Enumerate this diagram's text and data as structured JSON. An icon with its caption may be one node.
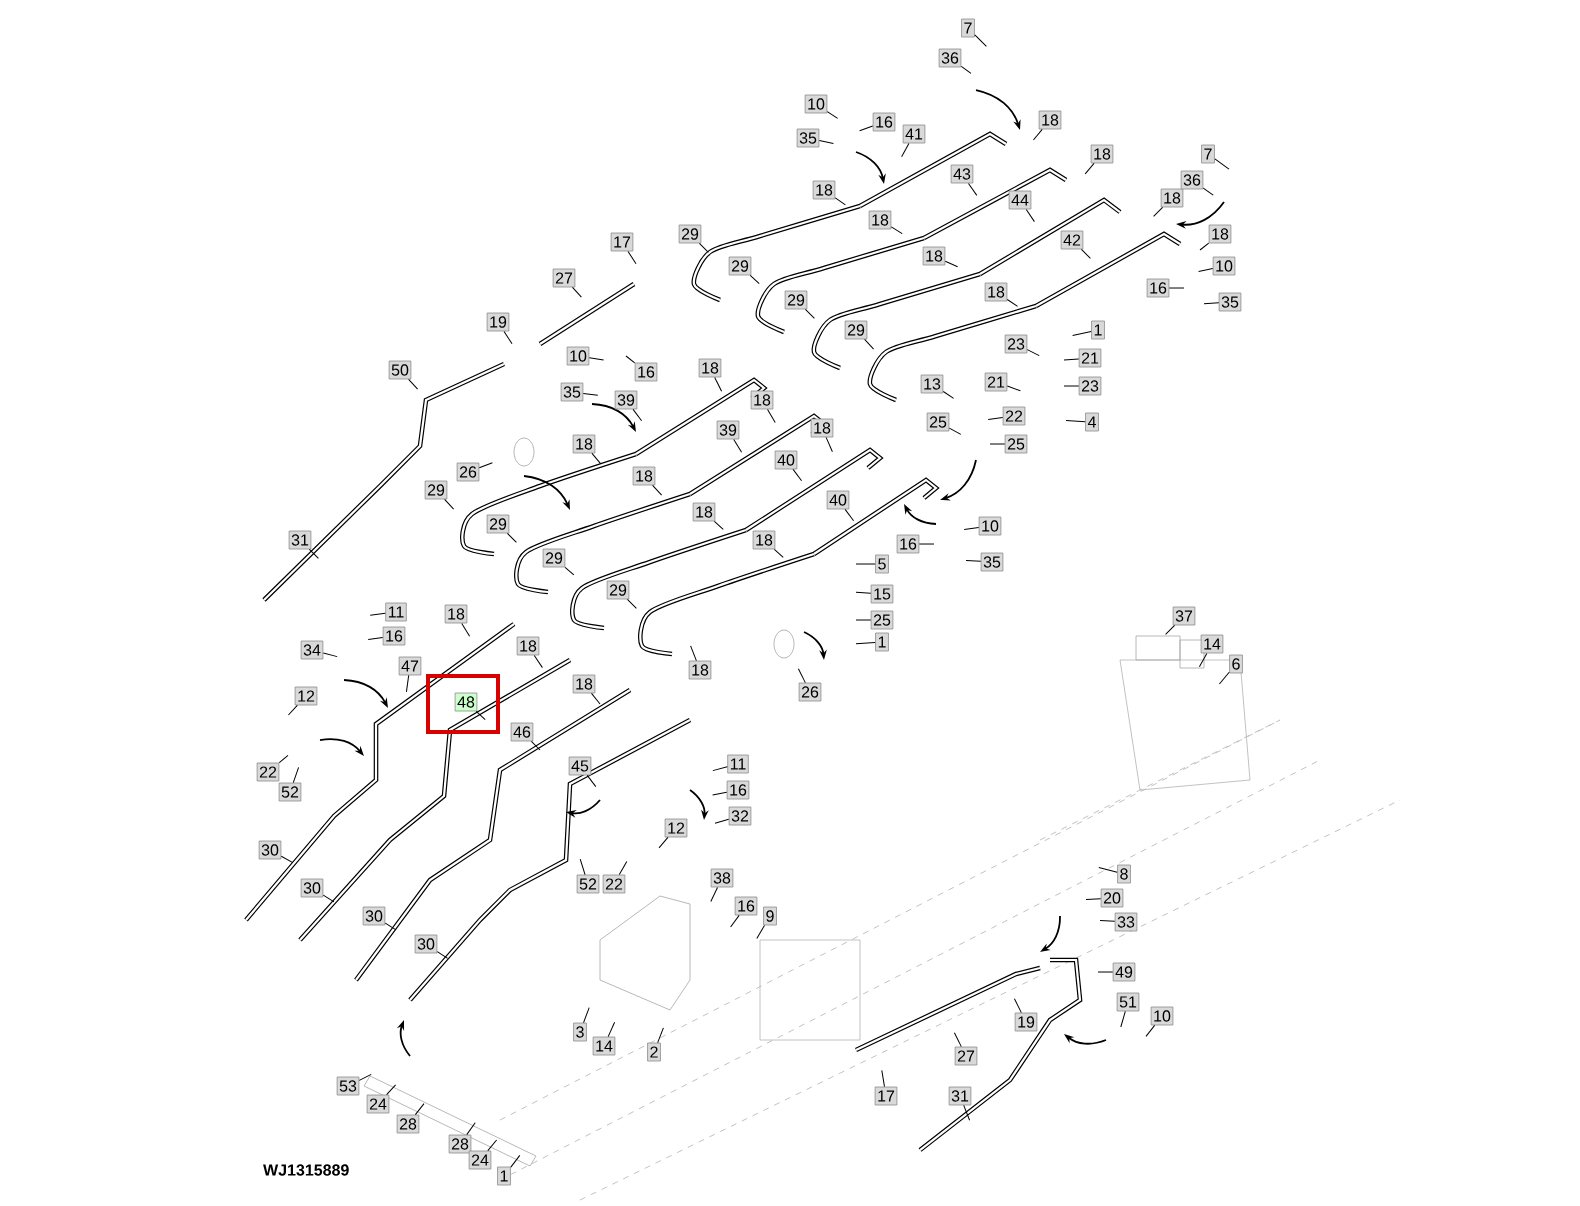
{
  "diagram": {
    "nodes": [
      {
        "text": [
          "7"
        ]
      },
      {
        "text": [
          "36"
        ]
      },
      {
        "text": [
          "10"
        ]
      },
      {
        "text": [
          "16"
        ]
      },
      {
        "text": [
          "35"
        ]
      },
      {
        "text": [
          "41"
        ]
      },
      {
        "text": [
          "18"
        ]
      },
      {
        "text": [
          "18"
        ]
      },
      {
        "text": [
          "43"
        ]
      },
      {
        "text": [
          "18"
        ]
      },
      {
        "text": [
          "44"
        ]
      },
      {
        "text": [
          "18"
        ]
      },
      {
        "text": [
          "7"
        ]
      },
      {
        "text": [
          "36"
        ]
      },
      {
        "text": [
          "18"
        ]
      },
      {
        "text": [
          "18"
        ]
      },
      {
        "text": [
          "42"
        ]
      },
      {
        "text": [
          "10"
        ]
      },
      {
        "text": [
          "16"
        ]
      },
      {
        "text": [
          "35"
        ]
      },
      {
        "text": [
          "18"
        ]
      },
      {
        "text": [
          "18"
        ]
      },
      {
        "text": [
          "29"
        ]
      },
      {
        "text": [
          "29"
        ]
      },
      {
        "text": [
          "29"
        ]
      },
      {
        "text": [
          "29"
        ]
      },
      {
        "text": [
          "1"
        ]
      },
      {
        "text": [
          "23"
        ]
      },
      {
        "text": [
          "21"
        ]
      },
      {
        "text": [
          "21"
        ]
      },
      {
        "text": [
          "23"
        ]
      },
      {
        "text": [
          "13"
        ]
      },
      {
        "text": [
          "22"
        ]
      },
      {
        "text": [
          "4"
        ]
      },
      {
        "text": [
          "25"
        ]
      },
      {
        "text": [
          "25"
        ]
      },
      {
        "text": [
          "17"
        ]
      },
      {
        "text": [
          "27"
        ]
      },
      {
        "text": [
          "19"
        ]
      },
      {
        "text": [
          "50"
        ]
      },
      {
        "text": [
          "10"
        ]
      },
      {
        "text": [
          "16"
        ]
      },
      {
        "text": [
          "35"
        ]
      },
      {
        "text": [
          "18"
        ]
      },
      {
        "text": [
          "39"
        ]
      },
      {
        "text": [
          "18"
        ]
      },
      {
        "text": [
          "39"
        ]
      },
      {
        "text": [
          "18"
        ]
      },
      {
        "text": [
          "40"
        ]
      },
      {
        "text": [
          "18"
        ]
      },
      {
        "text": [
          "26"
        ]
      },
      {
        "text": [
          "18"
        ]
      },
      {
        "text": [
          "40"
        ]
      },
      {
        "text": [
          "18"
        ]
      },
      {
        "text": [
          "18"
        ]
      },
      {
        "text": [
          "29"
        ]
      },
      {
        "text": [
          "29"
        ]
      },
      {
        "text": [
          "29"
        ]
      },
      {
        "text": [
          "29"
        ]
      },
      {
        "text": [
          "10"
        ]
      },
      {
        "text": [
          "16"
        ]
      },
      {
        "text": [
          "35"
        ]
      },
      {
        "text": [
          "5"
        ]
      },
      {
        "text": [
          "15"
        ]
      },
      {
        "text": [
          "25"
        ]
      },
      {
        "text": [
          "1"
        ]
      },
      {
        "text": [
          "31"
        ]
      },
      {
        "text": [
          "11"
        ]
      },
      {
        "text": [
          "16"
        ]
      },
      {
        "text": [
          "18"
        ]
      },
      {
        "text": [
          "18"
        ]
      },
      {
        "text": [
          "18"
        ]
      },
      {
        "text": [
          "34"
        ]
      },
      {
        "text": [
          "47"
        ]
      },
      {
        "text": [
          "48"
        ]
      },
      {
        "text": [
          "18"
        ]
      },
      {
        "text": [
          "46"
        ]
      },
      {
        "text": [
          "26"
        ]
      },
      {
        "text": [
          "12"
        ]
      },
      {
        "text": [
          "22"
        ]
      },
      {
        "text": [
          "52"
        ]
      },
      {
        "text": [
          "45"
        ]
      },
      {
        "text": [
          "11"
        ]
      },
      {
        "text": [
          "16"
        ]
      },
      {
        "text": [
          "32"
        ]
      },
      {
        "text": [
          "12"
        ]
      },
      {
        "text": [
          "52"
        ]
      },
      {
        "text": [
          "22"
        ]
      },
      {
        "text": [
          "30"
        ]
      },
      {
        "text": [
          "30"
        ]
      },
      {
        "text": [
          "30"
        ]
      },
      {
        "text": [
          "30"
        ]
      },
      {
        "text": [
          "38"
        ]
      },
      {
        "text": [
          "16"
        ]
      },
      {
        "text": [
          "9"
        ]
      },
      {
        "text": [
          "3"
        ]
      },
      {
        "text": [
          "14"
        ]
      },
      {
        "text": [
          "2"
        ]
      },
      {
        "text": [
          "37"
        ]
      },
      {
        "text": [
          "14"
        ]
      },
      {
        "text": [
          "6"
        ]
      },
      {
        "text": [
          "8"
        ]
      },
      {
        "text": [
          "20"
        ]
      },
      {
        "text": [
          "33"
        ]
      },
      {
        "text": [
          "49"
        ]
      },
      {
        "text": [
          "51"
        ]
      },
      {
        "text": [
          "19"
        ]
      },
      {
        "text": [
          "10"
        ]
      },
      {
        "text": [
          "27"
        ]
      },
      {
        "text": [
          "17"
        ]
      },
      {
        "text": [
          "31"
        ]
      },
      {
        "text": [
          "53"
        ]
      },
      {
        "text": [
          "24"
        ]
      },
      {
        "text": [
          "28"
        ]
      },
      {
        "text": [
          "28"
        ]
      },
      {
        "text": [
          "24"
        ]
      },
      {
        "text": [
          "1"
        ]
      }
    ],
    "edges": [
      {
        "from": 0,
        "to": null,
        "arrow": "none"
      },
      {
        "from": 1,
        "to": null,
        "arrow": "none"
      },
      {
        "from": 2,
        "to": null,
        "arrow": "none"
      },
      {
        "from": 3,
        "to": null,
        "arrow": "none"
      },
      {
        "from": 4,
        "to": null,
        "arrow": "none"
      },
      {
        "from": 5,
        "to": null,
        "arrow": "none"
      },
      {
        "from": 6,
        "to": null,
        "arrow": "none"
      },
      {
        "from": 7,
        "to": null,
        "arrow": "none"
      },
      {
        "from": 8,
        "to": null,
        "arrow": "none"
      },
      {
        "from": 9,
        "to": null,
        "arrow": "none"
      },
      {
        "from": 10,
        "to": null,
        "arrow": "none"
      },
      {
        "from": 11,
        "to": null,
        "arrow": "none"
      },
      {
        "from": 12,
        "to": null,
        "arrow": "none"
      },
      {
        "from": 13,
        "to": null,
        "arrow": "none"
      },
      {
        "from": 14,
        "to": null,
        "arrow": "none"
      },
      {
        "from": 15,
        "to": null,
        "arrow": "none"
      },
      {
        "from": 16,
        "to": null,
        "arrow": "none"
      },
      {
        "from": 17,
        "to": null,
        "arrow": "none"
      },
      {
        "from": 18,
        "to": null,
        "arrow": "none"
      },
      {
        "from": 19,
        "to": null,
        "arrow": "none"
      },
      {
        "from": 20,
        "to": null,
        "arrow": "none"
      },
      {
        "from": 21,
        "to": null,
        "arrow": "none"
      },
      {
        "from": 22,
        "to": null,
        "arrow": "none"
      },
      {
        "from": 23,
        "to": null,
        "arrow": "none"
      },
      {
        "from": 24,
        "to": null,
        "arrow": "none"
      },
      {
        "from": 25,
        "to": null,
        "arrow": "none"
      },
      {
        "from": 26,
        "to": null,
        "arrow": "none"
      },
      {
        "from": 27,
        "to": null,
        "arrow": "none"
      },
      {
        "from": 28,
        "to": null,
        "arrow": "none"
      },
      {
        "from": 29,
        "to": null,
        "arrow": "none"
      },
      {
        "from": 30,
        "to": null,
        "arrow": "none"
      },
      {
        "from": 31,
        "to": null,
        "arrow": "none"
      },
      {
        "from": 32,
        "to": null,
        "arrow": "none"
      },
      {
        "from": 33,
        "to": null,
        "arrow": "none"
      },
      {
        "from": 34,
        "to": null,
        "arrow": "none"
      },
      {
        "from": 35,
        "to": null,
        "arrow": "none"
      },
      {
        "from": 36,
        "to": null,
        "arrow": "none"
      },
      {
        "from": 37,
        "to": null,
        "arrow": "none"
      },
      {
        "from": 38,
        "to": null,
        "arrow": "none"
      },
      {
        "from": 39,
        "to": null,
        "arrow": "none"
      },
      {
        "from": 40,
        "to": null,
        "arrow": "none"
      },
      {
        "from": 41,
        "to": null,
        "arrow": "none"
      },
      {
        "from": 42,
        "to": null,
        "arrow": "none"
      },
      {
        "from": 43,
        "to": null,
        "arrow": "none"
      },
      {
        "from": 44,
        "to": null,
        "arrow": "none"
      },
      {
        "from": 45,
        "to": null,
        "arrow": "none"
      },
      {
        "from": 46,
        "to": null,
        "arrow": "none"
      },
      {
        "from": 47,
        "to": null,
        "arrow": "none"
      },
      {
        "from": 48,
        "to": null,
        "arrow": "none"
      },
      {
        "from": 49,
        "to": null,
        "arrow": "none"
      },
      {
        "from": 50,
        "to": null,
        "arrow": "none"
      },
      {
        "from": 51,
        "to": null,
        "arrow": "none"
      },
      {
        "from": 52,
        "to": null,
        "arrow": "none"
      },
      {
        "from": 53,
        "to": null,
        "arrow": "none"
      },
      {
        "from": 54,
        "to": null,
        "arrow": "none"
      },
      {
        "from": 55,
        "to": null,
        "arrow": "none"
      },
      {
        "from": 56,
        "to": null,
        "arrow": "none"
      },
      {
        "from": 57,
        "to": null,
        "arrow": "none"
      },
      {
        "from": 58,
        "to": null,
        "arrow": "none"
      },
      {
        "from": 59,
        "to": null,
        "arrow": "none"
      },
      {
        "from": 60,
        "to": null,
        "arrow": "none"
      },
      {
        "from": 61,
        "to": null,
        "arrow": "none"
      },
      {
        "from": 62,
        "to": null,
        "arrow": "none"
      },
      {
        "from": 63,
        "to": null,
        "arrow": "none"
      },
      {
        "from": 64,
        "to": null,
        "arrow": "none"
      },
      {
        "from": 65,
        "to": null,
        "arrow": "none"
      },
      {
        "from": 66,
        "to": null,
        "arrow": "none"
      },
      {
        "from": 67,
        "to": null,
        "arrow": "none"
      },
      {
        "from": 68,
        "to": null,
        "arrow": "none"
      },
      {
        "from": 69,
        "to": null,
        "arrow": "none"
      },
      {
        "from": 70,
        "to": null,
        "arrow": "none"
      },
      {
        "from": 71,
        "to": null,
        "arrow": "none"
      },
      {
        "from": 72,
        "to": null,
        "arrow": "none"
      },
      {
        "from": 73,
        "to": null,
        "arrow": "none"
      },
      {
        "from": 74,
        "to": null,
        "arrow": "none"
      },
      {
        "from": 75,
        "to": null,
        "arrow": "none"
      },
      {
        "from": 76,
        "to": null,
        "arrow": "none"
      },
      {
        "from": 77,
        "to": null,
        "arrow": "none"
      },
      {
        "from": 78,
        "to": null,
        "arrow": "none"
      },
      {
        "from": 79,
        "to": null,
        "arrow": "none"
      },
      {
        "from": 80,
        "to": null,
        "arrow": "none"
      },
      {
        "from": 81,
        "to": null,
        "arrow": "none"
      },
      {
        "from": 82,
        "to": null,
        "arrow": "none"
      },
      {
        "from": 83,
        "to": null,
        "arrow": "none"
      },
      {
        "from": 84,
        "to": null,
        "arrow": "none"
      },
      {
        "from": 85,
        "to": null,
        "arrow": "none"
      },
      {
        "from": 86,
        "to": null,
        "arrow": "none"
      },
      {
        "from": 87,
        "to": null,
        "arrow": "none"
      },
      {
        "from": 88,
        "to": null,
        "arrow": "none"
      },
      {
        "from": 89,
        "to": null,
        "arrow": "none"
      },
      {
        "from": 90,
        "to": null,
        "arrow": "none"
      },
      {
        "from": 91,
        "to": null,
        "arrow": "none"
      },
      {
        "from": 92,
        "to": null,
        "arrow": "none"
      },
      {
        "from": 93,
        "to": null,
        "arrow": "none"
      },
      {
        "from": 94,
        "to": null,
        "arrow": "none"
      },
      {
        "from": 95,
        "to": null,
        "arrow": "none"
      },
      {
        "from": 96,
        "to": null,
        "arrow": "none"
      },
      {
        "from": 97,
        "to": null,
        "arrow": "none"
      },
      {
        "from": 98,
        "to": null,
        "arrow": "none"
      },
      {
        "from": 99,
        "to": null,
        "arrow": "none"
      },
      {
        "from": 100,
        "to": null,
        "arrow": "none"
      },
      {
        "from": 101,
        "to": null,
        "arrow": "none"
      },
      {
        "from": 102,
        "to": null,
        "arrow": "none"
      },
      {
        "from": 103,
        "to": null,
        "arrow": "none"
      },
      {
        "from": 104,
        "to": null,
        "arrow": "none"
      },
      {
        "from": 105,
        "to": null,
        "arrow": "none"
      },
      {
        "from": 106,
        "to": null,
        "arrow": "none"
      },
      {
        "from": 107,
        "to": null,
        "arrow": "none"
      },
      {
        "from": 108,
        "to": null,
        "arrow": "none"
      },
      {
        "from": 109,
        "to": null,
        "arrow": "none"
      },
      {
        "from": 110,
        "to": null,
        "arrow": "none"
      },
      {
        "from": 111,
        "to": null,
        "arrow": "none"
      },
      {
        "from": 112,
        "to": null,
        "arrow": "none"
      },
      {
        "from": 113,
        "to": null,
        "arrow": "none"
      },
      {
        "from": 114,
        "to": null,
        "arrow": "none"
      },
      {
        "from": 115,
        "to": null,
        "arrow": "none"
      },
      {
        "from": 116,
        "to": null,
        "arrow": "none"
      }
    ],
    "labels": [
      "WJ1315889"
    ]
  }
}
